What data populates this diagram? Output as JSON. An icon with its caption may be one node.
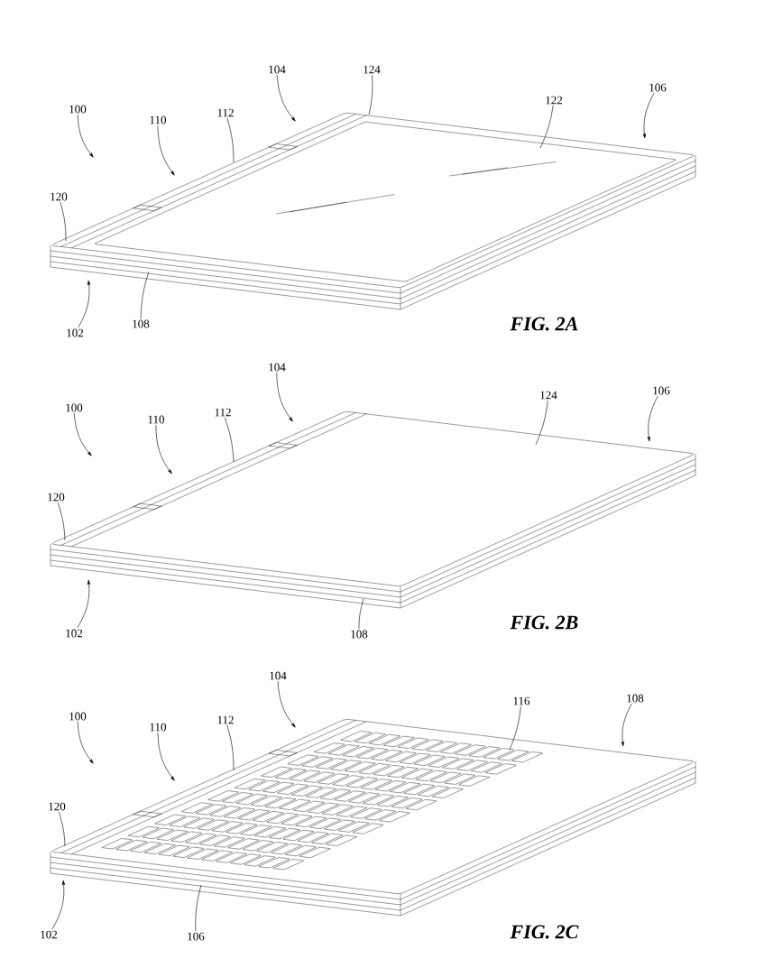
{
  "diagram": {
    "nodes": [
      {
        "text": [
          "100"
        ]
      },
      {
        "text": [
          "110"
        ]
      },
      {
        "text": [
          "112"
        ]
      },
      {
        "text": [
          "104"
        ]
      },
      {
        "text": [
          "124"
        ]
      },
      {
        "text": [
          "122"
        ]
      },
      {
        "text": [
          "106"
        ]
      },
      {
        "text": [
          "120"
        ]
      },
      {
        "text": [
          "102"
        ]
      },
      {
        "text": [
          "108"
        ]
      },
      {
        "text": [
          "100"
        ]
      },
      {
        "text": [
          "110"
        ]
      },
      {
        "text": [
          "112"
        ]
      },
      {
        "text": [
          "104"
        ]
      },
      {
        "text": [
          "124"
        ]
      },
      {
        "text": [
          "106"
        ]
      },
      {
        "text": [
          "120"
        ]
      },
      {
        "text": [
          "102"
        ]
      },
      {
        "text": [
          "108"
        ]
      },
      {
        "text": [
          "100"
        ]
      },
      {
        "text": [
          "110"
        ]
      },
      {
        "text": [
          "112"
        ]
      },
      {
        "text": [
          "104"
        ]
      },
      {
        "text": [
          "116"
        ]
      },
      {
        "text": [
          "108"
        ]
      },
      {
        "text": [
          "120"
        ]
      },
      {
        "text": [
          "102"
        ]
      },
      {
        "text": [
          "106"
        ]
      }
    ],
    "edges": [
      {
        "from": 0,
        "to": null,
        "arrow": "to"
      },
      {
        "from": 1,
        "to": null,
        "arrow": "to"
      },
      {
        "from": 2,
        "to": null,
        "arrow": "none"
      },
      {
        "from": 3,
        "to": null,
        "arrow": "to"
      },
      {
        "from": 4,
        "to": null,
        "arrow": "none"
      },
      {
        "from": 5,
        "to": null,
        "arrow": "none"
      },
      {
        "from": 6,
        "to": null,
        "arrow": "to"
      },
      {
        "from": 7,
        "to": null,
        "arrow": "none"
      },
      {
        "from": 8,
        "to": null,
        "arrow": "to"
      },
      {
        "from": 9,
        "to": null,
        "arrow": "none"
      },
      {
        "from": 10,
        "to": null,
        "arrow": "to"
      },
      {
        "from": 11,
        "to": null,
        "arrow": "to"
      },
      {
        "from": 12,
        "to": null,
        "arrow": "none"
      },
      {
        "from": 13,
        "to": null,
        "arrow": "to"
      },
      {
        "from": 14,
        "to": null,
        "arrow": "none"
      },
      {
        "from": 15,
        "to": null,
        "arrow": "to"
      },
      {
        "from": 16,
        "to": null,
        "arrow": "none"
      },
      {
        "from": 17,
        "to": null,
        "arrow": "to"
      },
      {
        "from": 18,
        "to": null,
        "arrow": "none"
      },
      {
        "from": 19,
        "to": null,
        "arrow": "to"
      },
      {
        "from": 20,
        "to": null,
        "arrow": "to"
      },
      {
        "from": 21,
        "to": null,
        "arrow": "none"
      },
      {
        "from": 22,
        "to": null,
        "arrow": "to"
      },
      {
        "from": 23,
        "to": null,
        "arrow": "none"
      },
      {
        "from": 24,
        "to": null,
        "arrow": "to"
      },
      {
        "from": 25,
        "to": null,
        "arrow": "none"
      },
      {
        "from": 26,
        "to": null,
        "arrow": "to"
      },
      {
        "from": 27,
        "to": null,
        "arrow": "none"
      }
    ],
    "labels": [
      "FIG. 2A",
      "FIG. 2B",
      "FIG. 2C"
    ]
  }
}
